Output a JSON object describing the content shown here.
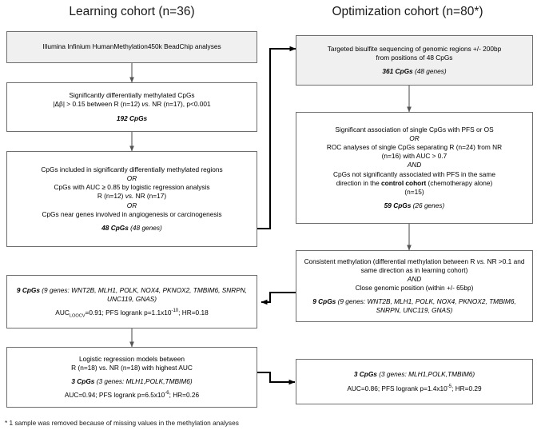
{
  "columns": {
    "left_title": "Learning cohort (n=36)",
    "right_title": "Optimization cohort (n=80*)"
  },
  "footnote": "* 1 sample was removed because of missing values in the methylation analyses",
  "left": {
    "box1": {
      "line1": "Illumina Infinium HumanMethylation450k BeadChip analyses"
    },
    "box2": {
      "line1": "Significantly differentially methylated CpGs",
      "line2_a": "|Δβ| > 0.15 between R (n=12) ",
      "line2_vs": "vs.",
      "line2_b": " NR (n=17), p<0.001",
      "result": "192 CpGs"
    },
    "box3": {
      "line1": "CpGs included in significantly differentially methylated regions",
      "or1": "OR",
      "line2": "CpGs with AUC ≥ 0.85 by logistic regression analysis",
      "line3_a": "R (n=12) ",
      "line3_vs": "vs.",
      "line3_b": " NR (n=17)",
      "or2": "OR",
      "line4": "CpGs near genes involved in angiogenesis or carcinogenesis",
      "result_bold": "48 CpGs",
      "result_italic": " (48 genes)"
    },
    "box4": {
      "result_bold": "9 CpGs",
      "result_italic": " (9 genes: WNT2B, MLH1, POLK, NOX4, PKNOX2, TMBIM6, SNRPN, UNC119, GNAS)",
      "stats_prefix": "AUC",
      "stats_sub": "LOOCV",
      "stats_mid": "=0.91; PFS logrank p=1.1x10",
      "stats_sup": "-10",
      "stats_suffix": "; HR=0.18"
    },
    "box5": {
      "line1": "Logistic regression models between",
      "line2": "R (n=18) vs. NR (n=18) with highest AUC",
      "result_bold": "3 CpGs",
      "result_italic": " (3 genes: MLH1,POLK,TMBIM6)",
      "stats_prefix": "AUC=0.94; PFS logrank p=6.5x10",
      "stats_sup": "-6",
      "stats_suffix": "; HR=0.26"
    }
  },
  "right": {
    "box1": {
      "line1": "Targeted bisulfite sequencing of genomic regions +/- 200bp",
      "line2": "from positions of 48 CpGs",
      "result_bold": "361 CpGs",
      "result_italic": " (48 genes)"
    },
    "box2": {
      "line1": "Significant association of single CpGs with PFS or OS",
      "or1": "OR",
      "line2": "ROC analyses of single CpGs separating R (n=24) from NR",
      "line3": "(n=16) with AUC > 0.7",
      "and1": "AND",
      "line4": "CpGs not significantly associated with PFS in the same",
      "line5_a": "direction  in the ",
      "line5_bold": "control cohort",
      "line5_b": " (chemotherapy alone)",
      "line6": "(n=15)",
      "result_bold": "59 CpGs",
      "result_italic": " (26 genes)"
    },
    "box3": {
      "line1_a": "Consistent methylation (differential methylation between R ",
      "line1_vs": "vs.",
      "line1_b": " NR >0.1 and same direction as in learning cohort)",
      "and1": "AND",
      "line2": "Close genomic position (within +/- 65bp)",
      "result_bold": "9 CpGs",
      "result_italic": " (9 genes: WNT2B, MLH1, POLK, NOX4, PKNOX2, TMBIM6, SNRPN, UNC119, GNAS)"
    },
    "box4": {
      "result_bold": "3 CpGs",
      "result_italic": " (3 genes: MLH1,POLK,TMBIM6)",
      "stats_prefix": "AUC=0.86; PFS logrank p=1.4x10",
      "stats_sup": "-5",
      "stats_suffix": "; HR=0.29"
    }
  },
  "colors": {
    "box_border": "#6e6e6e",
    "box_shaded_fill": "#f0f0f0",
    "connector": "#000000"
  }
}
